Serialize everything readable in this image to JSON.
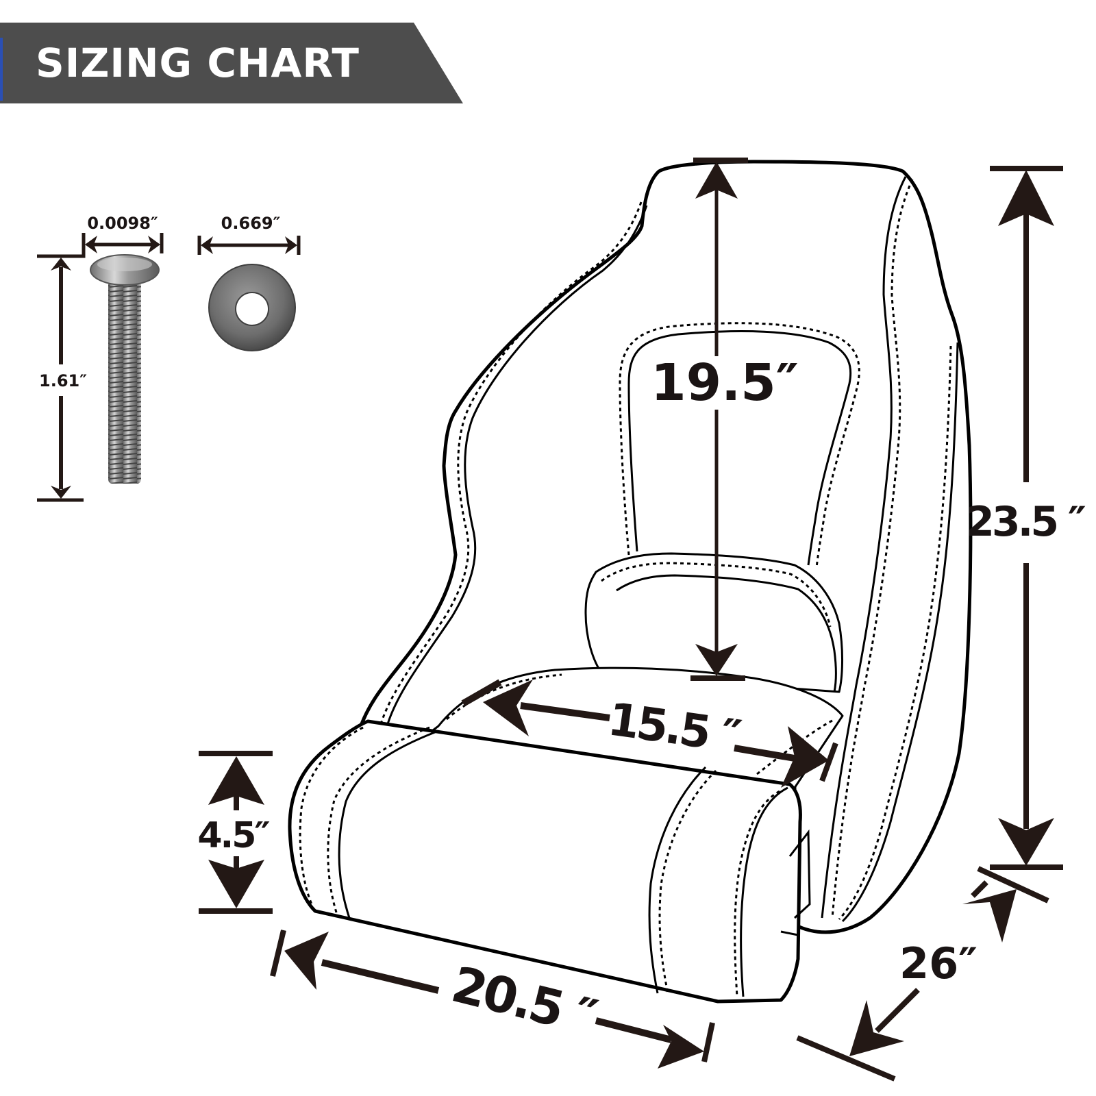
{
  "header": {
    "title": "SIZING CHART",
    "background_color": "#4d4d4d",
    "accent_color": "#2a4fb4",
    "text_color": "#ffffff"
  },
  "hardware": {
    "bolt": {
      "name": "bolt",
      "head_width_label": "0.0098″",
      "length_label": "1.61″"
    },
    "washer": {
      "name": "washer",
      "diameter_label": "0.669″"
    }
  },
  "seat": {
    "name": "boat seat",
    "dimensions": {
      "backrest_height": "19.5″",
      "overall_height": "23.5 ″",
      "seat_width": "15.5 ″",
      "cushion_thickness": "4.5″",
      "overall_width": "20.5 ″",
      "overall_depth": "26″"
    }
  },
  "colors": {
    "line": "#000000",
    "dimension": "#231815",
    "metal": "#8a8a8a"
  }
}
